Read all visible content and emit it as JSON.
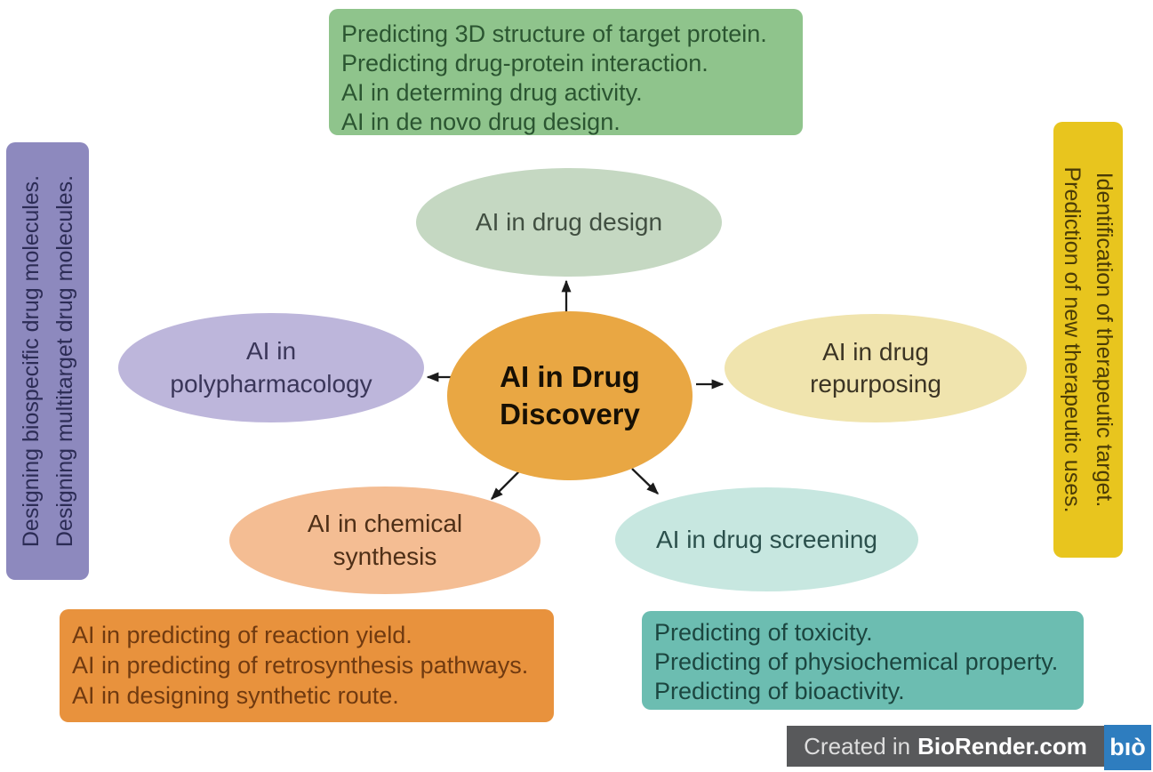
{
  "center_node": {
    "line1": "AI in Drug",
    "line2": "Discovery"
  },
  "nodes": {
    "drug_design": {
      "label": "AI in drug design"
    },
    "polypharmacology": {
      "line1": "AI in",
      "line2": "polypharmacology"
    },
    "drug_repurposing": {
      "line1": "AI in drug",
      "line2": "repurposing"
    },
    "chemical_synthesis": {
      "line1": "AI in chemical",
      "line2": "synthesis"
    },
    "drug_screening": {
      "label": "AI in drug screening"
    }
  },
  "callouts": {
    "drug_design_notes": {
      "lines": [
        "Predicting 3D structure of target protein.",
        "Predicting drug-protein interaction.",
        "AI in determing drug activity.",
        "AI in de novo drug design."
      ]
    },
    "polypharmacology_notes": {
      "lines": [
        "Designing biospecific drug molecules.",
        "Designing multitarget drug molecules."
      ]
    },
    "drug_repurposing_notes": {
      "lines": [
        "Identification of therapeutic target.",
        "Prediction of new therapeutic uses."
      ]
    },
    "chemical_synthesis_notes": {
      "lines": [
        "AI in predicting of reaction yield.",
        "AI in predicting of retrosynthesis pathways.",
        "AI in designing synthetic route."
      ]
    },
    "drug_screening_notes": {
      "lines": [
        "Predicting of toxicity.",
        "Predicting of physiochemical property.",
        "Predicting of bioactivity."
      ]
    }
  },
  "colors": {
    "center_fill": "#e9a743",
    "drug_design_fill": "#c5d8c2",
    "polypharmacology_fill": "#bdb6db",
    "drug_repurposing_fill": "#f0e4ae",
    "chemical_synthesis_fill": "#f4bd93",
    "drug_screening_fill": "#c7e7e0",
    "drug_design_notes_fill": "#8fc48c",
    "polypharmacology_notes_fill": "#8d89be",
    "drug_repurposing_notes_fill": "#e8c51e",
    "chemical_synthesis_notes_fill": "#e8923d",
    "drug_screening_notes_fill": "#6cbdb1",
    "arrow_color": "#1b1b1b",
    "footer_bar": "#58595b",
    "footer_logo_bg": "#2e7dbf"
  },
  "footer": {
    "prefix": "Created in",
    "brand": "BioRender.com",
    "logo_text": "bıò"
  }
}
